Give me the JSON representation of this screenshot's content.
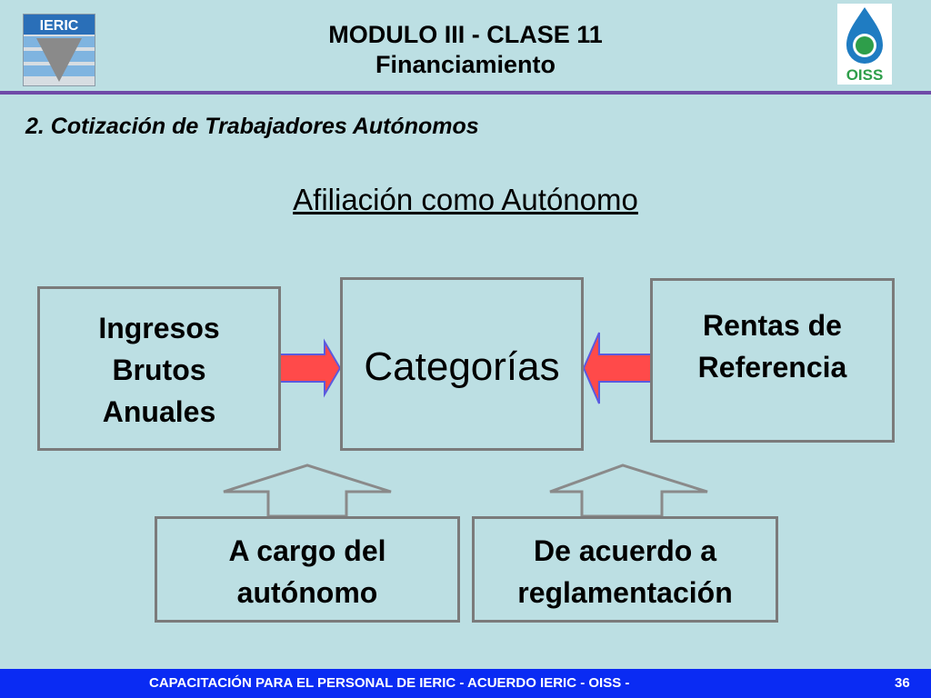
{
  "header": {
    "title_line1": "MODULO III - CLASE 11",
    "title_line2": "Financiamiento",
    "logo_left_text": "IERIC",
    "logo_right_text": "OISS"
  },
  "section_title": "2. Cotización de Trabajadores Autónomos",
  "subtitle": "Afiliación como Autónomo",
  "boxes": {
    "ingresos": [
      "Ingresos",
      "Brutos",
      "Anuales"
    ],
    "categorias": "Categorías",
    "rentas": [
      "Rentas de",
      "Referencia"
    ],
    "cargo": [
      "A cargo del",
      "autónomo"
    ],
    "acuerdo": [
      "De acuerdo a",
      "reglamentación"
    ]
  },
  "footer": {
    "text": "CAPACITACIÓN PARA EL PERSONAL DE IERIC  - ACUERDO IERIC - OISS -",
    "page_number": "36"
  },
  "colors": {
    "background": "#bcdfe3",
    "rule": "#6f4aa8",
    "arrow_fill": "#ff4a4a",
    "arrow_stroke": "#5a5adf",
    "box_border": "#7b7b7b",
    "footer_bg": "#0a2bf3"
  }
}
